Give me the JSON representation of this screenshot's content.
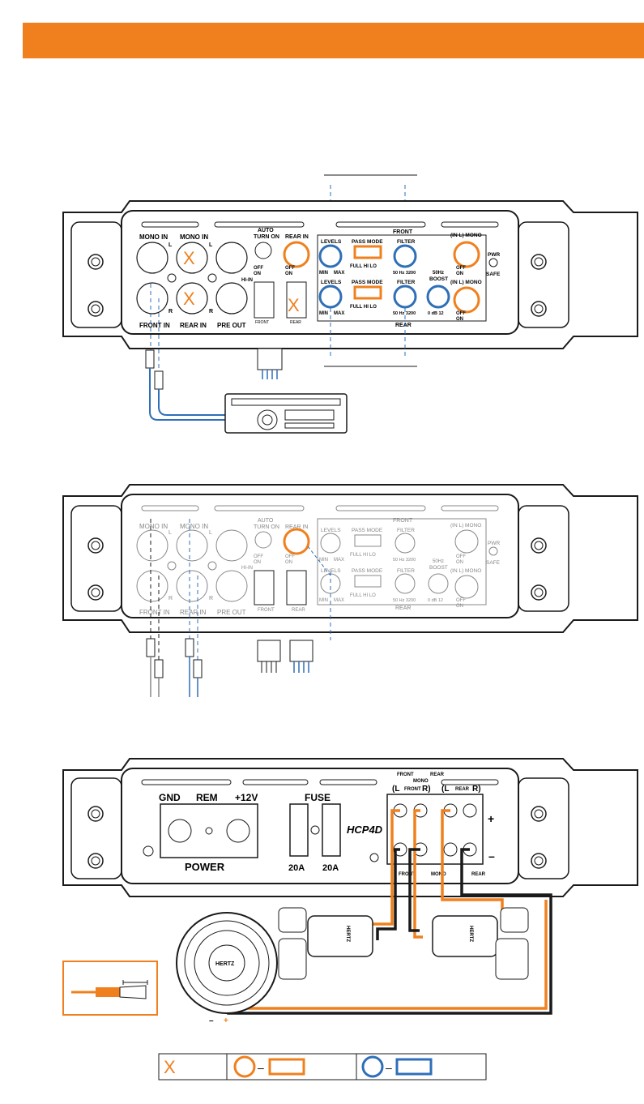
{
  "colors": {
    "accent": "#f0801e",
    "blue": "#2f6fb8",
    "line": "#1a1a1a",
    "grey": "#888888"
  },
  "panel": {
    "mono_in": "MONO IN",
    "front_in": "FRONT IN",
    "rear_in_label": "REAR IN",
    "pre_out": "PRE OUT",
    "auto": "AUTO",
    "turn_on": "TURN ON",
    "rear_in_switch": "REAR IN",
    "off": "OFF",
    "on": "ON",
    "hi_in": "HI-IN",
    "front": "FRONT",
    "rear": "REAR",
    "levels": "LEVELS",
    "min": "MIN",
    "max": "MAX",
    "pass_mode": "PASS MODE",
    "full_hi_lo": "FULL  HI   LO",
    "filter": "FILTER",
    "filter_scale": "50  Hz  3200",
    "boost_freq": "50Hz",
    "boost": "BOOST",
    "boost_scale": "0   dB  12",
    "in_l_mono": "(IN L) MONO",
    "pwr": "PWR",
    "safe": "SAFE",
    "l": "L",
    "r": "R"
  },
  "power_panel": {
    "gnd": "GND",
    "rem": "REM",
    "v12": "+12V",
    "fuse": "FUSE",
    "power": "POWER",
    "fuse1": "20A",
    "fuse2": "20A",
    "model": "HCP4D",
    "front_top": "FRONT",
    "mono_top": "MONO",
    "rear_top": "REAR",
    "l_front_r": [
      "(L",
      "FRONT",
      "R)"
    ],
    "l_rear_r": [
      "(L",
      "REAR",
      "R)"
    ],
    "plus": "+",
    "minus": "–",
    "front_bottom": "FRONT",
    "mono_bottom": "MONO",
    "rear_bottom": "REAR",
    "sub_brand": "HERTZ",
    "crossover_brand": "HERTZ",
    "neg": "–",
    "pos": "+"
  },
  "legend": {
    "x_mark": "X",
    "dash1": "–",
    "dash2": "–"
  }
}
